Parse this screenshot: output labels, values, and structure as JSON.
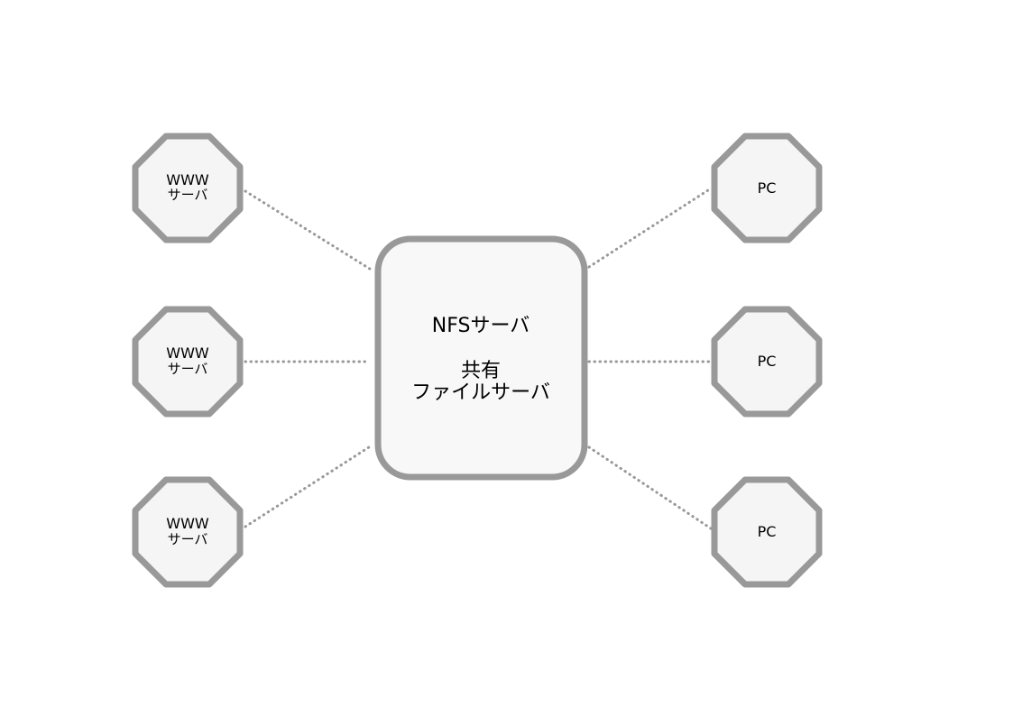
{
  "colors": {
    "stroke": "#999999",
    "node_fill": "#f5f5f5",
    "center_fill": "#f8f8f8",
    "text": "#000000"
  },
  "center_node": {
    "shape": "rounded-rectangle",
    "label_line1": "NFSサーバ",
    "label_line2": "共有",
    "label_line3": "ファイルサーバ"
  },
  "www_servers": [
    {
      "shape": "octagon",
      "label_line1": "WWW",
      "label_line2": "サーバ"
    },
    {
      "shape": "octagon",
      "label_line1": "WWW",
      "label_line2": "サーバ"
    },
    {
      "shape": "octagon",
      "label_line1": "WWW",
      "label_line2": "サーバ"
    }
  ],
  "pcs": [
    {
      "shape": "octagon",
      "label": "PC"
    },
    {
      "shape": "octagon",
      "label": "PC"
    },
    {
      "shape": "octagon",
      "label": "PC"
    }
  ],
  "connections": {
    "style": "dotted",
    "edges": [
      {
        "from": "www_servers.0",
        "to": "center_node"
      },
      {
        "from": "www_servers.1",
        "to": "center_node"
      },
      {
        "from": "www_servers.2",
        "to": "center_node"
      },
      {
        "from": "pcs.0",
        "to": "center_node"
      },
      {
        "from": "pcs.1",
        "to": "center_node"
      },
      {
        "from": "pcs.2",
        "to": "center_node"
      }
    ]
  }
}
